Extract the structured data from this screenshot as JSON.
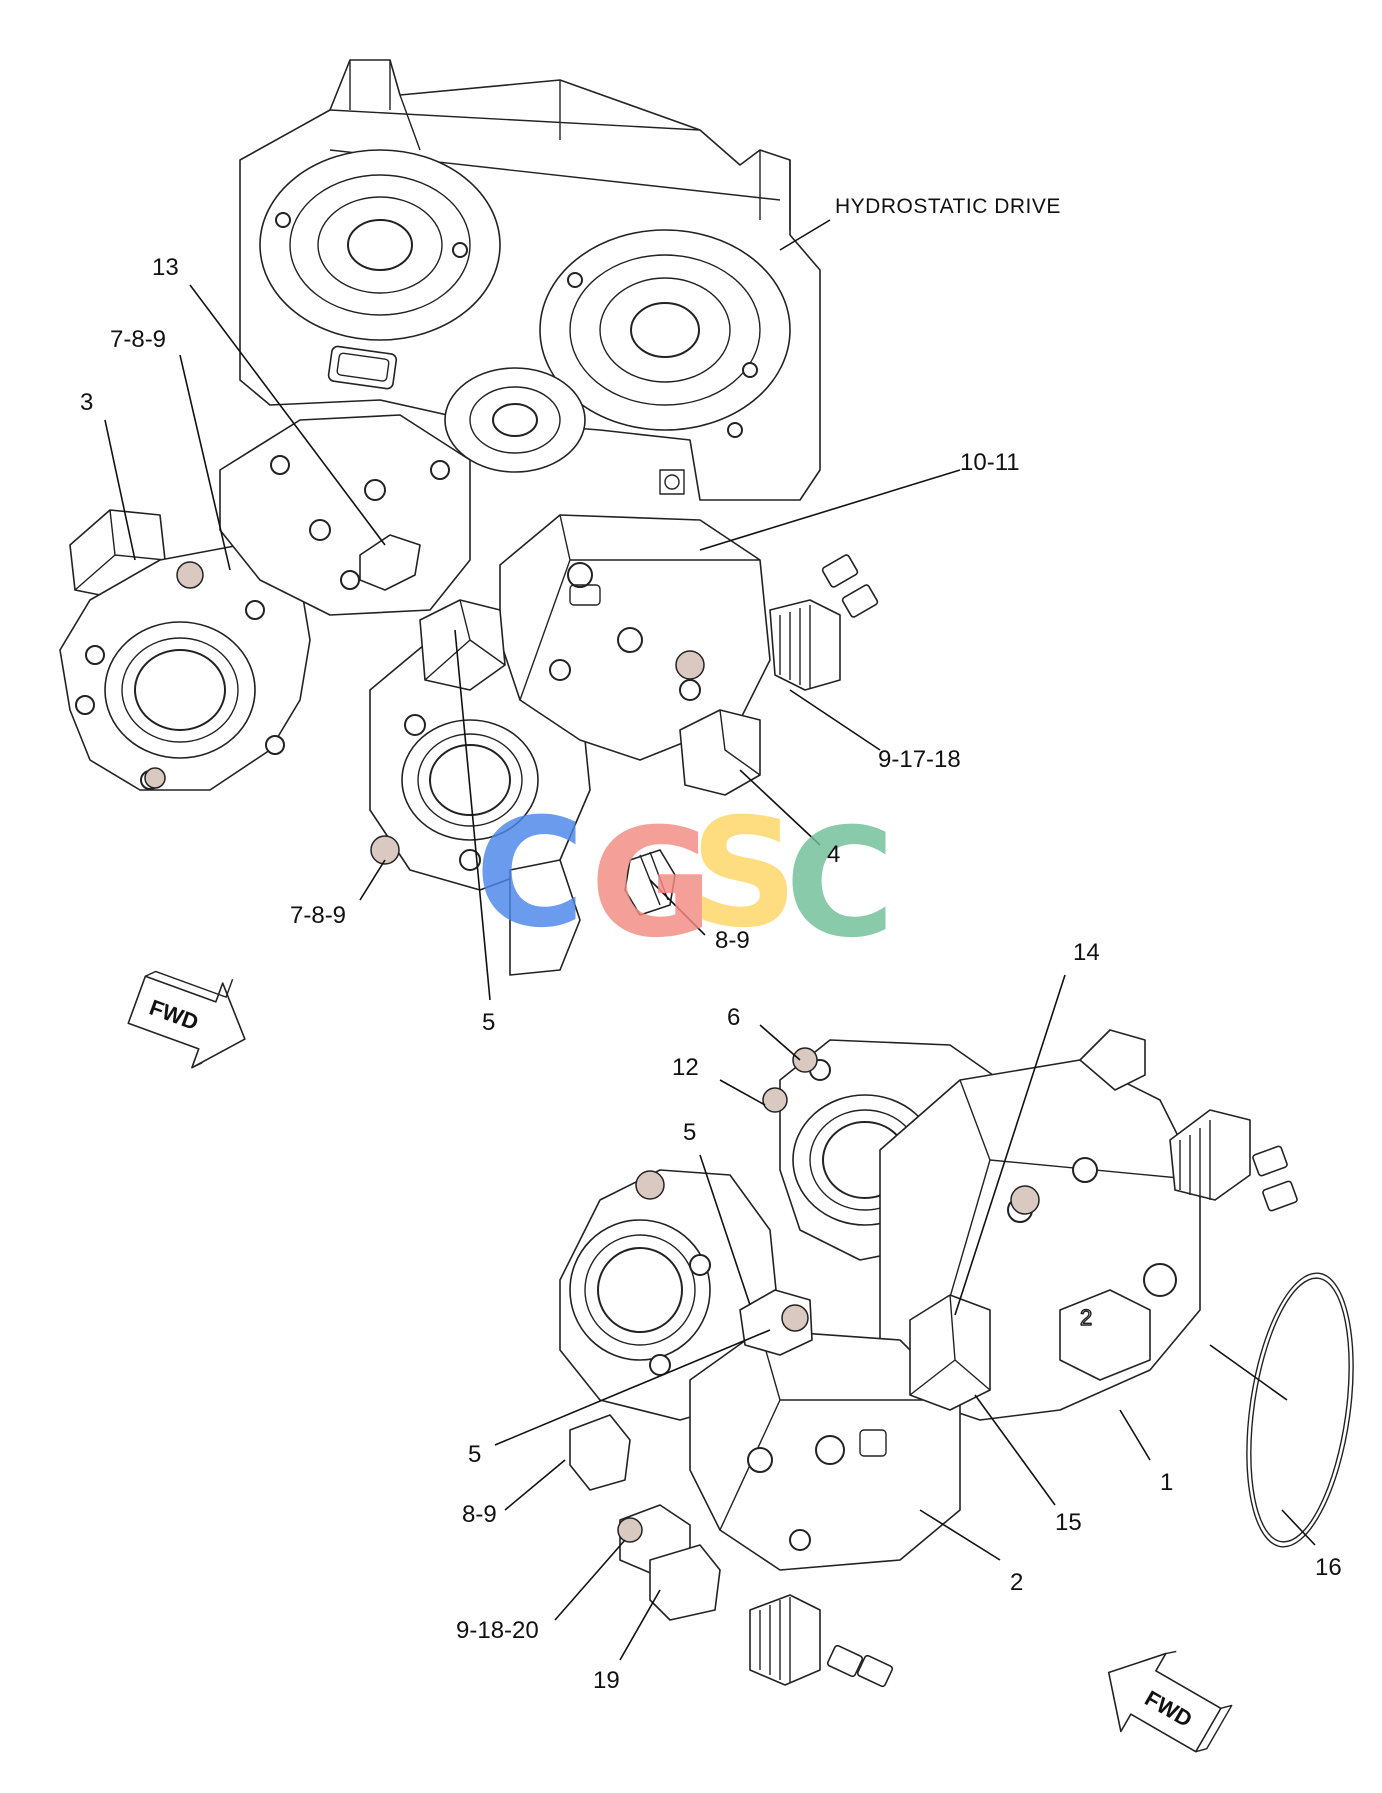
{
  "assembly_label": "HYDROSTATIC DRIVE",
  "direction_arrows": [
    {
      "label": "FWD"
    },
    {
      "label": "FWD"
    }
  ],
  "callouts": [
    {
      "label": "13"
    },
    {
      "label": "7-8-9"
    },
    {
      "label": "3"
    },
    {
      "label": "10-11"
    },
    {
      "label": "9-17-18"
    },
    {
      "label": "4"
    },
    {
      "label": "7-8-9"
    },
    {
      "label": "8-9"
    },
    {
      "label": "5"
    },
    {
      "label": "14"
    },
    {
      "label": "6"
    },
    {
      "label": "12"
    },
    {
      "label": "5"
    },
    {
      "label": "5"
    },
    {
      "label": "8-9"
    },
    {
      "label": "9-18-20"
    },
    {
      "label": "19"
    },
    {
      "label": "2"
    },
    {
      "label": "15"
    },
    {
      "label": "1"
    },
    {
      "label": "16"
    }
  ],
  "watermark": {
    "letters": [
      {
        "char": "C",
        "color": "#4a86e8"
      },
      {
        "char": "G",
        "color": "#f28b82"
      },
      {
        "char": "S",
        "color": "#fdd663"
      },
      {
        "char": "C",
        "color": "#6fbf97"
      }
    ]
  }
}
